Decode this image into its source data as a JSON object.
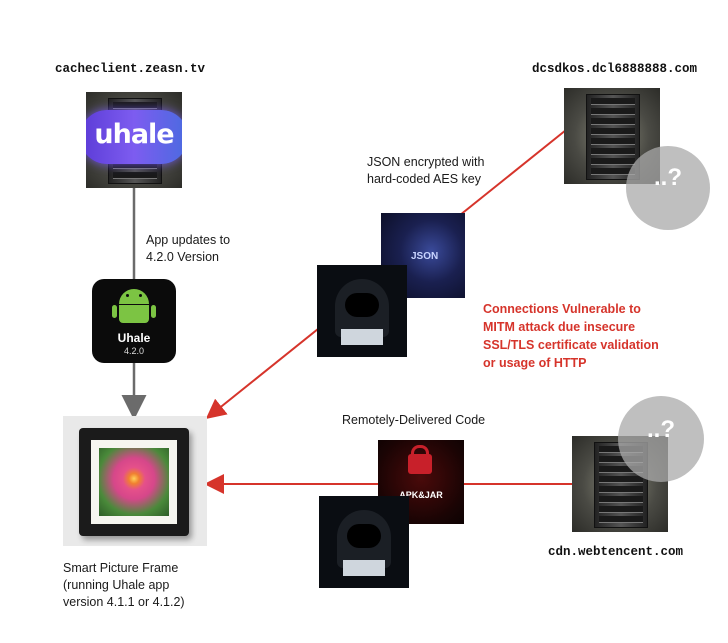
{
  "servers": {
    "top_left": "cacheclient.zeasn.tv",
    "top_right": "dcsdkos.dcl6888888.com",
    "bottom_right": "cdn.webtencent.com"
  },
  "brand": {
    "uhale_logo_text": "uhale"
  },
  "app_icon": {
    "name": "Uhale",
    "version": "4.2.0"
  },
  "labels": {
    "app_updates": "App updates to\n4.2.0 Version",
    "json_encrypted": "JSON encrypted with\nhard-coded AES key",
    "json_image_text": "JSON",
    "remote_code": "Remotely-Delivered Code",
    "apk_jar": "APK&JAR",
    "frame_caption": "Smart Picture Frame\n(running Uhale app\nversion 4.1.1 or 4.1.2)"
  },
  "warning": "Connections Vulnerable to\nMITM attack due insecure\nSSL/TLS certificate validation\nor usage of HTTP",
  "unknown_marker": "..?",
  "colors": {
    "attack_red": "#d6342b",
    "update_gray": "#6b6b6b"
  }
}
